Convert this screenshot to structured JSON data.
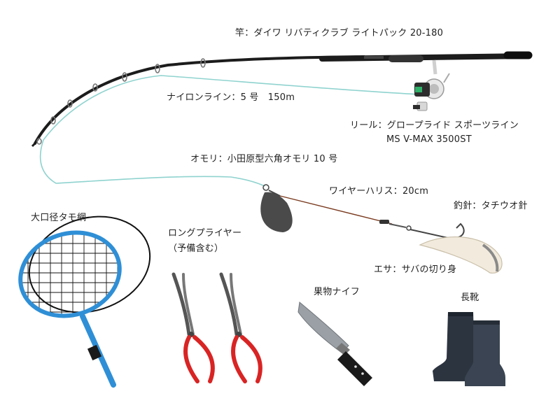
{
  "labels": {
    "rod": "竿：ダイワ リバティクラブ ライトパック 20-180",
    "line": "ナイロンライン：5 号　150m",
    "reel_1": "リール：グロープライド スポーツライン",
    "reel_2": "MS V-MAX 3500ST",
    "sinker": "オモリ：小田原型六角オモリ 10 号",
    "wire": "ワイヤーハリス：20cm",
    "hook": "釣針：タチウオ針",
    "bait": "エサ：サバの切り身",
    "net": "大口径タモ網",
    "pliers_1": "ロングプライヤー",
    "pliers_2": "（予備含む）",
    "knife": "果物ナイフ",
    "boots": "長靴"
  },
  "colors": {
    "rod": "#1c1c1c",
    "rod_blank": "#2a2a2a",
    "fishing_line": "#8fd3cf",
    "wire_leader": "#7a3a1e",
    "sinker": "#4a4a4a",
    "net_frame": "#2f8fd6",
    "net_mesh": "#111111",
    "plier_grip": "#d92424",
    "plier_metal": "#555555",
    "knife_blade": "#9aa0a6",
    "knife_handle": "#1a1a1a",
    "boots": "#2c3440",
    "bait": "#f2ebdd"
  }
}
